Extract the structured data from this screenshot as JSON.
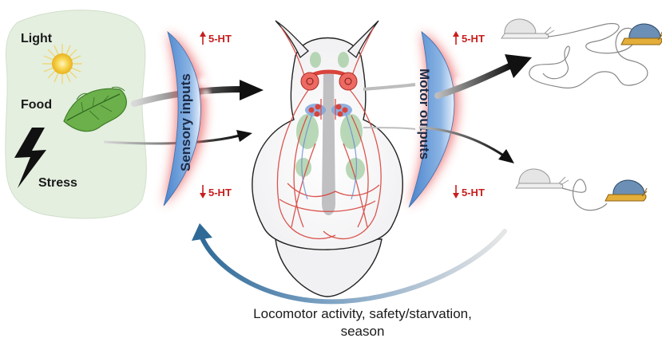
{
  "stimuli": {
    "light": "Light",
    "food": "Food",
    "stress": "Stress"
  },
  "sensory": {
    "label": "Sensory inputs",
    "up": "5-HT",
    "down": "5-HT"
  },
  "motor": {
    "label": "Motor outputs",
    "up": "5-HT",
    "down": "5-HT"
  },
  "feedback": {
    "line1": "Locomotor activity, safety/starvation,",
    "line2": "season"
  },
  "colors": {
    "stimulus_panel": "#e4efdf",
    "panel_blue": "#5f93d4",
    "glow_red": "#e85050",
    "serotonin_red": "#c81e1e",
    "feedback_arrow": "#3b6e96",
    "snail_shell": "#6b8fb5",
    "snail_foot": "#e3ae3a"
  },
  "icons": [
    "sun-icon",
    "leaf-icon",
    "lightning-icon",
    "snail-icon"
  ]
}
